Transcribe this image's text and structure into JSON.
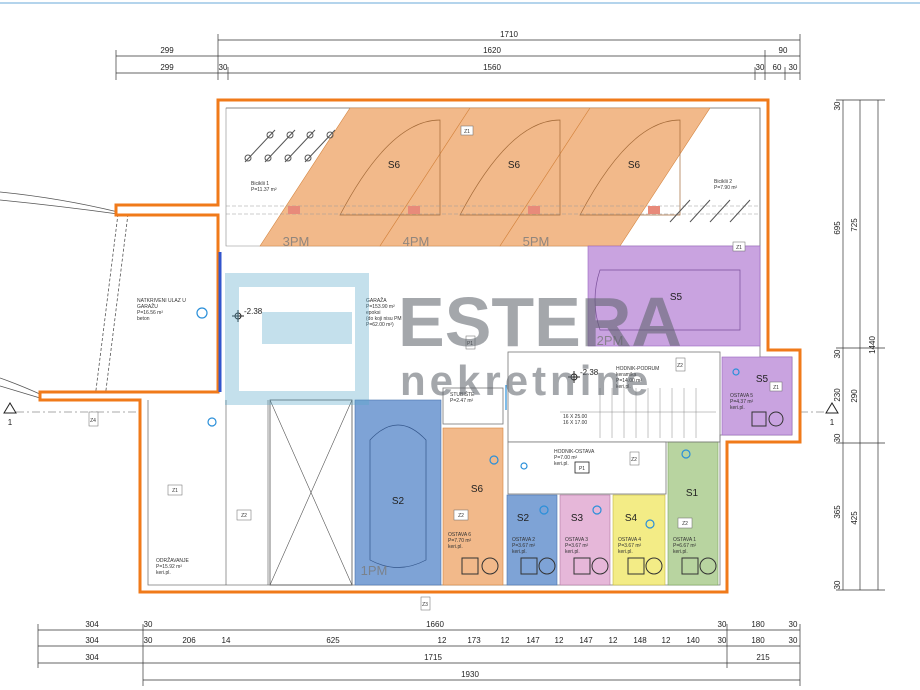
{
  "colors": {
    "wall": "#f07a1a",
    "s6": "#f2b98a",
    "s5": "#c9a3e0",
    "s2": "#7ea3d6",
    "s3": "#e6b7d9",
    "s4": "#f3ec86",
    "s1": "#b8d4a0",
    "watermark": "#56a7c9"
  },
  "watermark": {
    "line1": "ESTERA",
    "line2": "nekretnine"
  },
  "dims_top": {
    "total": "1710",
    "a": "299",
    "b": "1620",
    "c": "90",
    "d": "299",
    "e": "30",
    "f": "1560",
    "g": "30",
    "h": "60",
    "i": "30"
  },
  "dims_bottom": {
    "row1": [
      "304",
      "30",
      "1660",
      "30",
      "180",
      "30"
    ],
    "row2": [
      "304",
      "30",
      "206",
      "14",
      "625",
      "12",
      "173",
      "12",
      "147",
      "12",
      "147",
      "12",
      "148",
      "12",
      "140",
      "30",
      "180",
      "30"
    ],
    "row3": [
      "304",
      "1715",
      "215"
    ],
    "row4": "1930"
  },
  "dims_right": {
    "a": "30",
    "b": "695",
    "c": "725",
    "d": "30",
    "e": "230",
    "f": "290",
    "g": "30",
    "h": "365",
    "i": "425",
    "j": "30",
    "total": "1440"
  },
  "section_marks": [
    "1",
    "1"
  ],
  "tags": [
    "Z1",
    "Z1",
    "Z4",
    "Z1",
    "Z2",
    "Z2",
    "Z2",
    "Z2",
    "Z3",
    "Z1",
    "P1",
    "P1",
    "Z2"
  ],
  "levels": [
    "-2.38",
    "-2.38"
  ],
  "spaces": {
    "s6_label": "S6",
    "s5_label": "S5",
    "s2_label": "S2",
    "s3_label": "S3",
    "s4_label": "S4",
    "s1_label": "S1",
    "pm3": "3PM",
    "pm4": "4PM",
    "pm5": "5PM",
    "pm2": "2PM",
    "pm1": "1PM"
  },
  "texts": {
    "bike1": [
      "Biciklii 1",
      "P=11.37 m²"
    ],
    "bike2": [
      "Biciklii 2",
      "P=7.90 m²"
    ],
    "entrance": [
      "NATKRIVENI ULAZ U",
      "GARAŽU",
      "P=16.56 m²",
      "beton"
    ],
    "garage": [
      "GARAŽA",
      "P=153.90 m²",
      "epoksi",
      "(do koji nisu PM",
      "P=62.00 m²)"
    ],
    "hall": [
      "HODNIK-PODRUM",
      "keramika",
      "P=14.00 m²",
      "keri.pl."
    ],
    "stair": [
      "STUBIŠTE",
      "P=2.47 m²"
    ],
    "storage_corr": [
      "HODNIK-OSTAVA",
      "P=7.00 m²",
      "keri.pl."
    ],
    "maint": [
      "ODRŽAVANJE",
      "P=15.92 m²",
      "keri.pl."
    ],
    "ost6": [
      "OSTAVA 6",
      "P=7.70 m²",
      "keri.pl."
    ],
    "ost2": [
      "OSTAVA 2",
      "P=3.67 m²",
      "keri.pl."
    ],
    "ost3": [
      "OSTAVA 3",
      "P=3.67 m²",
      "keri.pl."
    ],
    "ost4": [
      "OSTAVA 4",
      "P=3.67 m²",
      "keri.pl."
    ],
    "ost1": [
      "OSTAVA 1",
      "P=6.67 m²",
      "keri.pl."
    ],
    "ost5": [
      "OSTAVA 5",
      "P=4.37 m²",
      "keri.pl."
    ],
    "stairs_note": [
      "16 X 25.00",
      "16 X 17.00"
    ]
  }
}
